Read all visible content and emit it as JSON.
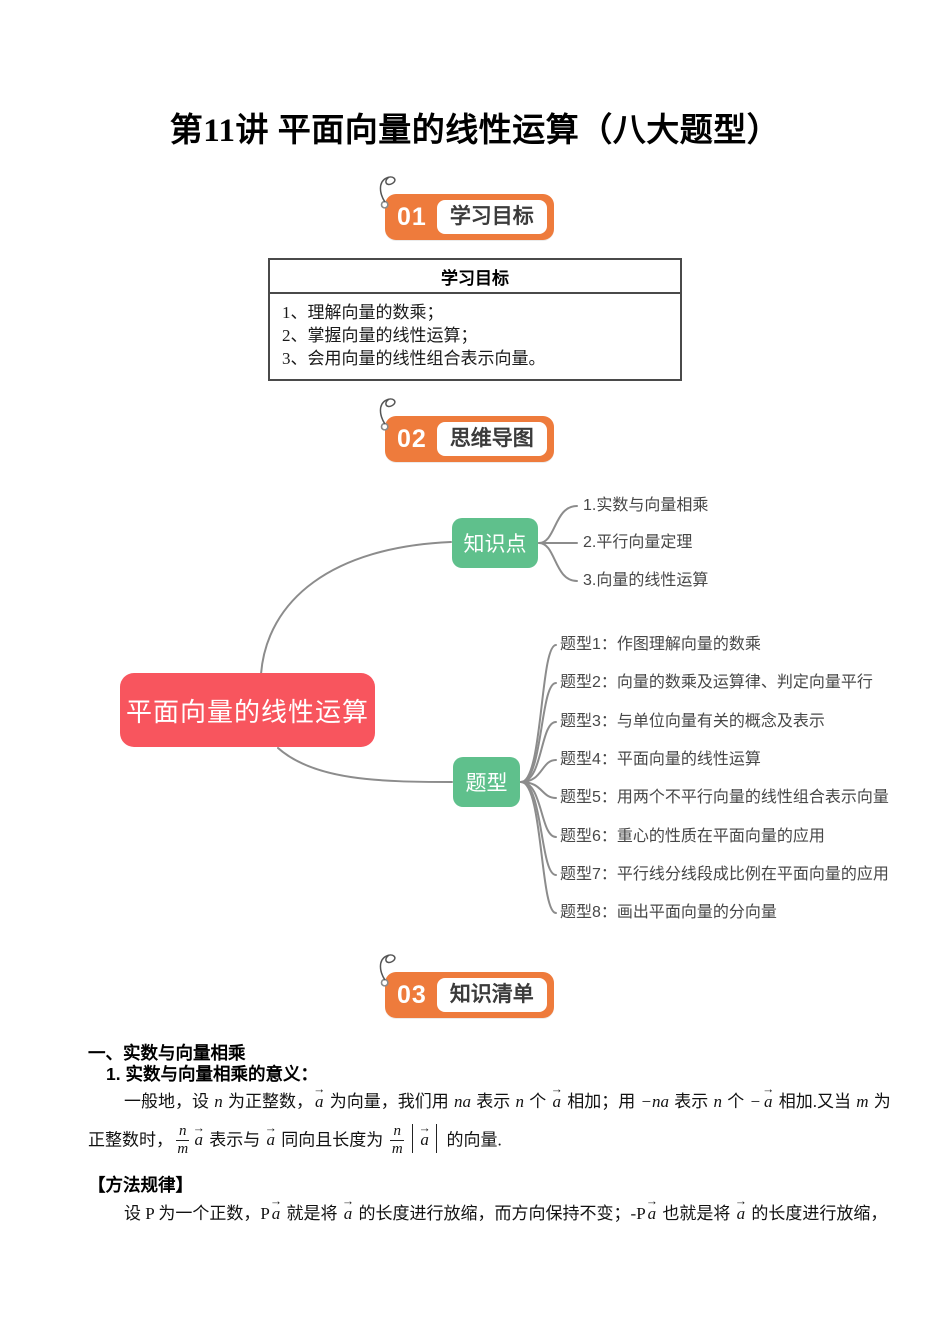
{
  "page": {
    "title": "第11讲 平面向量的线性运算（八大题型）"
  },
  "colors": {
    "orange": "#EE7B3C",
    "green": "#5FC08C",
    "red": "#F8555E",
    "line": "#8C8C8C",
    "ink": "#111111",
    "muted": "#474747"
  },
  "badges": [
    {
      "num": "01",
      "label": "学习目标"
    },
    {
      "num": "02",
      "label": "思维导图"
    },
    {
      "num": "03",
      "label": "知识清单"
    }
  ],
  "goals": {
    "header": "学习目标",
    "rows": [
      "1、理解向量的数乘；",
      "2、掌握向量的线性运算；",
      "3、会用向量的线性组合表示向量。"
    ]
  },
  "mindmap": {
    "center": "平面向量的线性运算",
    "knowledge": {
      "label": "知识点",
      "items": [
        "1.实数与向量相乘",
        "2.平行向量定理",
        "3.向量的线性运算"
      ]
    },
    "topics": {
      "label": "题型",
      "items": [
        "题型1：作图理解向量的数乘",
        "题型2：向量的数乘及运算律、判定向量平行",
        "题型3：与单位向量有关的概念及表示",
        "题型4：平面向量的线性运算",
        "题型5：用两个不平行向量的线性组合表示向量",
        "题型6：重心的性质在平面向量的应用",
        "题型7：平行线分线段成比例在平面向量的应用",
        "题型8：画出平面向量的分向量"
      ]
    }
  },
  "notes": {
    "section1_title": "一、实数与向量相乘",
    "sub1_title": "1. 实数与向量相乘的意义：",
    "method_title": "【方法规律】",
    "para1": [
      {
        "t": "tx",
        "v": "一般地，设 "
      },
      {
        "t": "var",
        "v": "n"
      },
      {
        "t": "tx",
        "v": " 为正整数，"
      },
      {
        "t": "vec",
        "v": "a"
      },
      {
        "t": "tx",
        "v": " 为向量，我们用 "
      },
      {
        "t": "var",
        "v": "na"
      },
      {
        "t": "tx",
        "v": " 表示 "
      },
      {
        "t": "var",
        "v": "n"
      },
      {
        "t": "tx",
        "v": " 个 "
      },
      {
        "t": "vec",
        "v": "a"
      },
      {
        "t": "tx",
        "v": " 相加；用 "
      },
      {
        "t": "var",
        "v": "−na"
      },
      {
        "t": "tx",
        "v": " 表示 "
      },
      {
        "t": "var",
        "v": "n"
      },
      {
        "t": "tx",
        "v": " 个 "
      },
      {
        "t": "var",
        "v": "−"
      },
      {
        "t": "vec",
        "v": "a"
      },
      {
        "t": "tx",
        "v": " 相加.又当 "
      },
      {
        "t": "var",
        "v": "m"
      },
      {
        "t": "tx",
        "v": " 为"
      }
    ],
    "para2": [
      {
        "t": "tx",
        "v": "正整数时，"
      },
      {
        "t": "frac",
        "n": "n",
        "d": "m"
      },
      {
        "t": "vec",
        "v": "a"
      },
      {
        "t": "tx",
        "v": " 表示与 "
      },
      {
        "t": "vec",
        "v": "a"
      },
      {
        "t": "tx",
        "v": " 同向且长度为 "
      },
      {
        "t": "frac",
        "n": "n",
        "d": "m"
      },
      {
        "t": "bar"
      },
      {
        "t": "vec",
        "v": "a"
      },
      {
        "t": "bar"
      },
      {
        "t": "tx",
        "v": " 的向量."
      }
    ],
    "para3": [
      {
        "t": "tx",
        "v": "设 P 为一个正数，P"
      },
      {
        "t": "vec",
        "v": "a"
      },
      {
        "t": "tx",
        "v": " 就是将 "
      },
      {
        "t": "vec",
        "v": "a"
      },
      {
        "t": "tx",
        "v": " 的长度进行放缩，而方向保持不变；-P"
      },
      {
        "t": "vec",
        "v": "a"
      },
      {
        "t": "tx",
        "v": " 也就是将 "
      },
      {
        "t": "vec",
        "v": "a"
      },
      {
        "t": "tx",
        "v": " 的长度进行放缩，"
      }
    ]
  }
}
